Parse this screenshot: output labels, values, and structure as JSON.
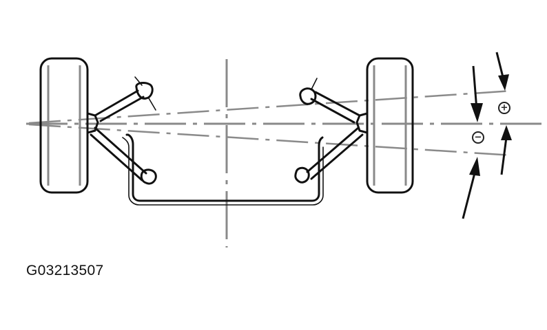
{
  "diagram": {
    "type": "wheel-alignment",
    "subject": "rear axle toe/camber alignment, top view",
    "symbols": {
      "positive": "⊕",
      "negative": "⊖"
    },
    "labels": {
      "positive_symbol": "+",
      "negative_symbol": "−"
    },
    "figure_id": "G03213507"
  },
  "colors": {
    "ink": "#111111",
    "guide_lines": "#8a8a8a",
    "background": "#ffffff"
  }
}
